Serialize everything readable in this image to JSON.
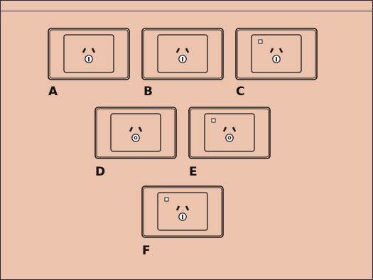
{
  "background_color": "#ecc3ad",
  "socket_labels": [
    "A",
    "B",
    "C",
    "D",
    "E",
    "F"
  ],
  "sockets": [
    {
      "label": "A",
      "switch_indicator": false,
      "earth_pin": "vertical-slot"
    },
    {
      "label": "B",
      "switch_indicator": false,
      "earth_pin": "vertical-slot"
    },
    {
      "label": "C",
      "switch_indicator": true,
      "earth_pin": "vertical-slot"
    },
    {
      "label": "D",
      "switch_indicator": false,
      "earth_pin": "round"
    },
    {
      "label": "E",
      "switch_indicator": true,
      "earth_pin": "round"
    },
    {
      "label": "F",
      "switch_indicator": true,
      "earth_pin": "vertical-slot"
    }
  ]
}
